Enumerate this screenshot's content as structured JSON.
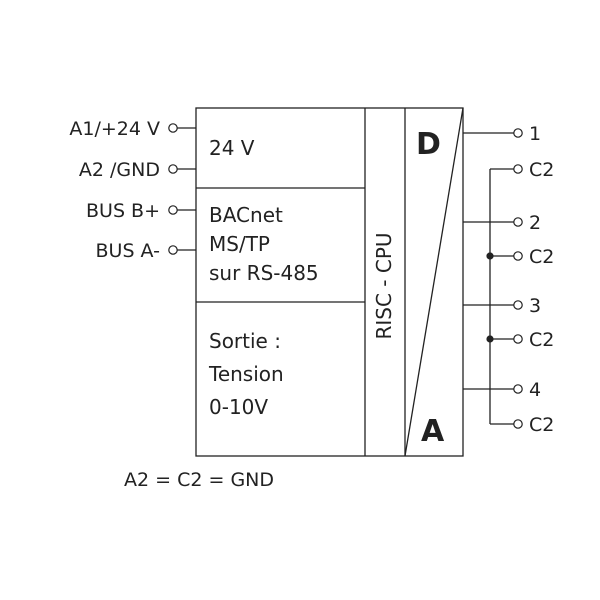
{
  "inputs": {
    "a1": "A1/+24 V",
    "a2": "A2 /GND",
    "bus_b": "BUS B+",
    "bus_a": "BUS A-"
  },
  "blocks": {
    "power": "24 V",
    "comm": [
      "BACnet",
      "MS/TP",
      "sur RS-485"
    ],
    "output": [
      "Sortie :",
      "Tension",
      "0-10V"
    ],
    "cpu": "RISC - CPU",
    "converter_top": "D",
    "converter_bottom": "A"
  },
  "outputs": {
    "o1": "1",
    "c2a": "C2",
    "o2": "2",
    "c2b": "C2",
    "o3": "3",
    "c2c": "C2",
    "o4": "4",
    "c2d": "C2"
  },
  "note": "A2 = C2 = GND"
}
